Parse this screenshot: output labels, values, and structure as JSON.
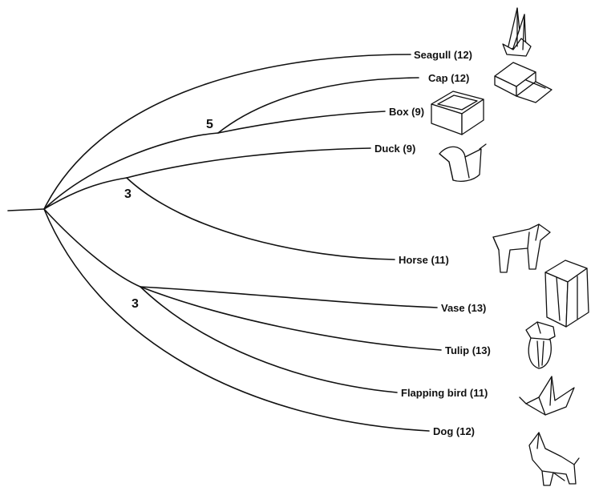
{
  "tree": {
    "leaves": [
      {
        "id": "seagull",
        "label": "Seagull (12)"
      },
      {
        "id": "cap",
        "label": "Cap (12)"
      },
      {
        "id": "box",
        "label": "Box (9)"
      },
      {
        "id": "duck",
        "label": "Duck (9)"
      },
      {
        "id": "horse",
        "label": "Horse (11)"
      },
      {
        "id": "vase",
        "label": "Vase (13)"
      },
      {
        "id": "tulip",
        "label": "Tulip (13)"
      },
      {
        "id": "flapping-bird",
        "label": "Flapping bird (11)"
      },
      {
        "id": "dog",
        "label": "Dog (12)"
      }
    ],
    "nodes": [
      {
        "id": "node-cap-box",
        "label": "5"
      },
      {
        "id": "node-duck-horse",
        "label": "3"
      },
      {
        "id": "node-lower-group",
        "label": "3"
      }
    ]
  },
  "icons": [
    "seagull-origami-icon",
    "cap-origami-icon",
    "box-origami-icon",
    "duck-origami-icon",
    "horse-origami-icon",
    "vase-origami-icon",
    "tulip-origami-icon",
    "flapping-bird-origami-icon",
    "dog-origami-icon"
  ]
}
